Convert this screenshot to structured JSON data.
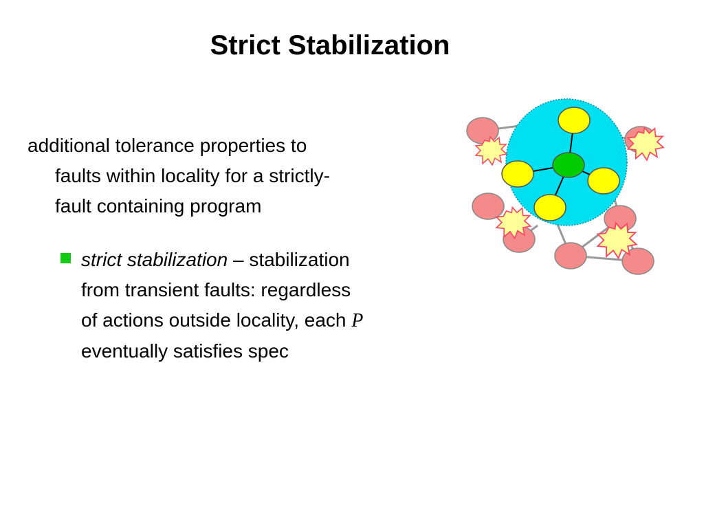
{
  "title": "Strict Stabilization",
  "paragraph": {
    "lines": [
      "additional tolerance properties to",
      "faults within locality for a strictly-",
      "fault containing program"
    ]
  },
  "bullet": {
    "term": "strict stabilization",
    "line1_rest": " – stabilization",
    "line2": "from transient faults: regardless",
    "line3_prefix": "of actions outside locality, each ",
    "variable": "P",
    "line4": "eventually satisfies spec"
  },
  "colors": {
    "bullet_marker": "#11cc11",
    "locality_region": "#00e0f0",
    "inner_node": "#ffff00",
    "center_node": "#00cc00",
    "outer_node": "#f48a8a",
    "fault_burst": "#ffff99",
    "fault_burst_stroke": "#ff4466",
    "edge": "#999999"
  },
  "diagram_icons": [
    "locality-region-icon",
    "fault-burst-icon",
    "process-node-icon"
  ]
}
